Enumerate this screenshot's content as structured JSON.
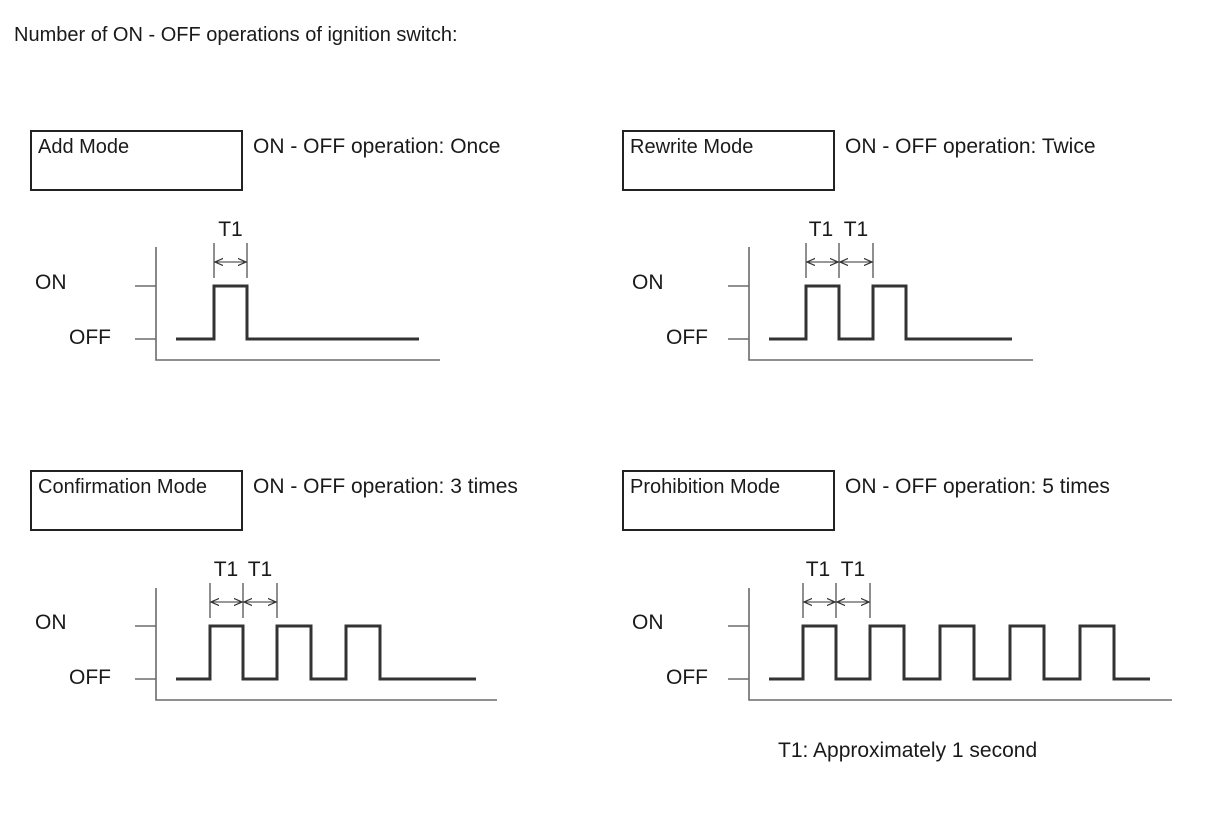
{
  "title": "Number of ON - OFF operations of ignition switch:",
  "level_labels": {
    "on": "ON",
    "off": "OFF"
  },
  "panels": [
    {
      "id": "add",
      "mode": "Add Mode",
      "operation": "ON - OFF operation: Once",
      "pulses": 1,
      "interval_labels": [
        "T1"
      ]
    },
    {
      "id": "rewrite",
      "mode": "Rewrite Mode",
      "operation": "ON - OFF operation: Twice",
      "pulses": 2,
      "interval_labels": [
        "T1",
        "T1"
      ]
    },
    {
      "id": "confirmation",
      "mode": "Confirmation Mode",
      "operation": "ON - OFF operation: 3 times",
      "pulses": 3,
      "interval_labels": [
        "T1",
        "T1"
      ]
    },
    {
      "id": "prohibition",
      "mode": "Prohibition Mode",
      "operation": "ON - OFF operation: 5 times",
      "pulses": 5,
      "interval_labels": [
        "T1",
        "T1"
      ]
    }
  ],
  "footnote": "T1: Approximately 1 second"
}
